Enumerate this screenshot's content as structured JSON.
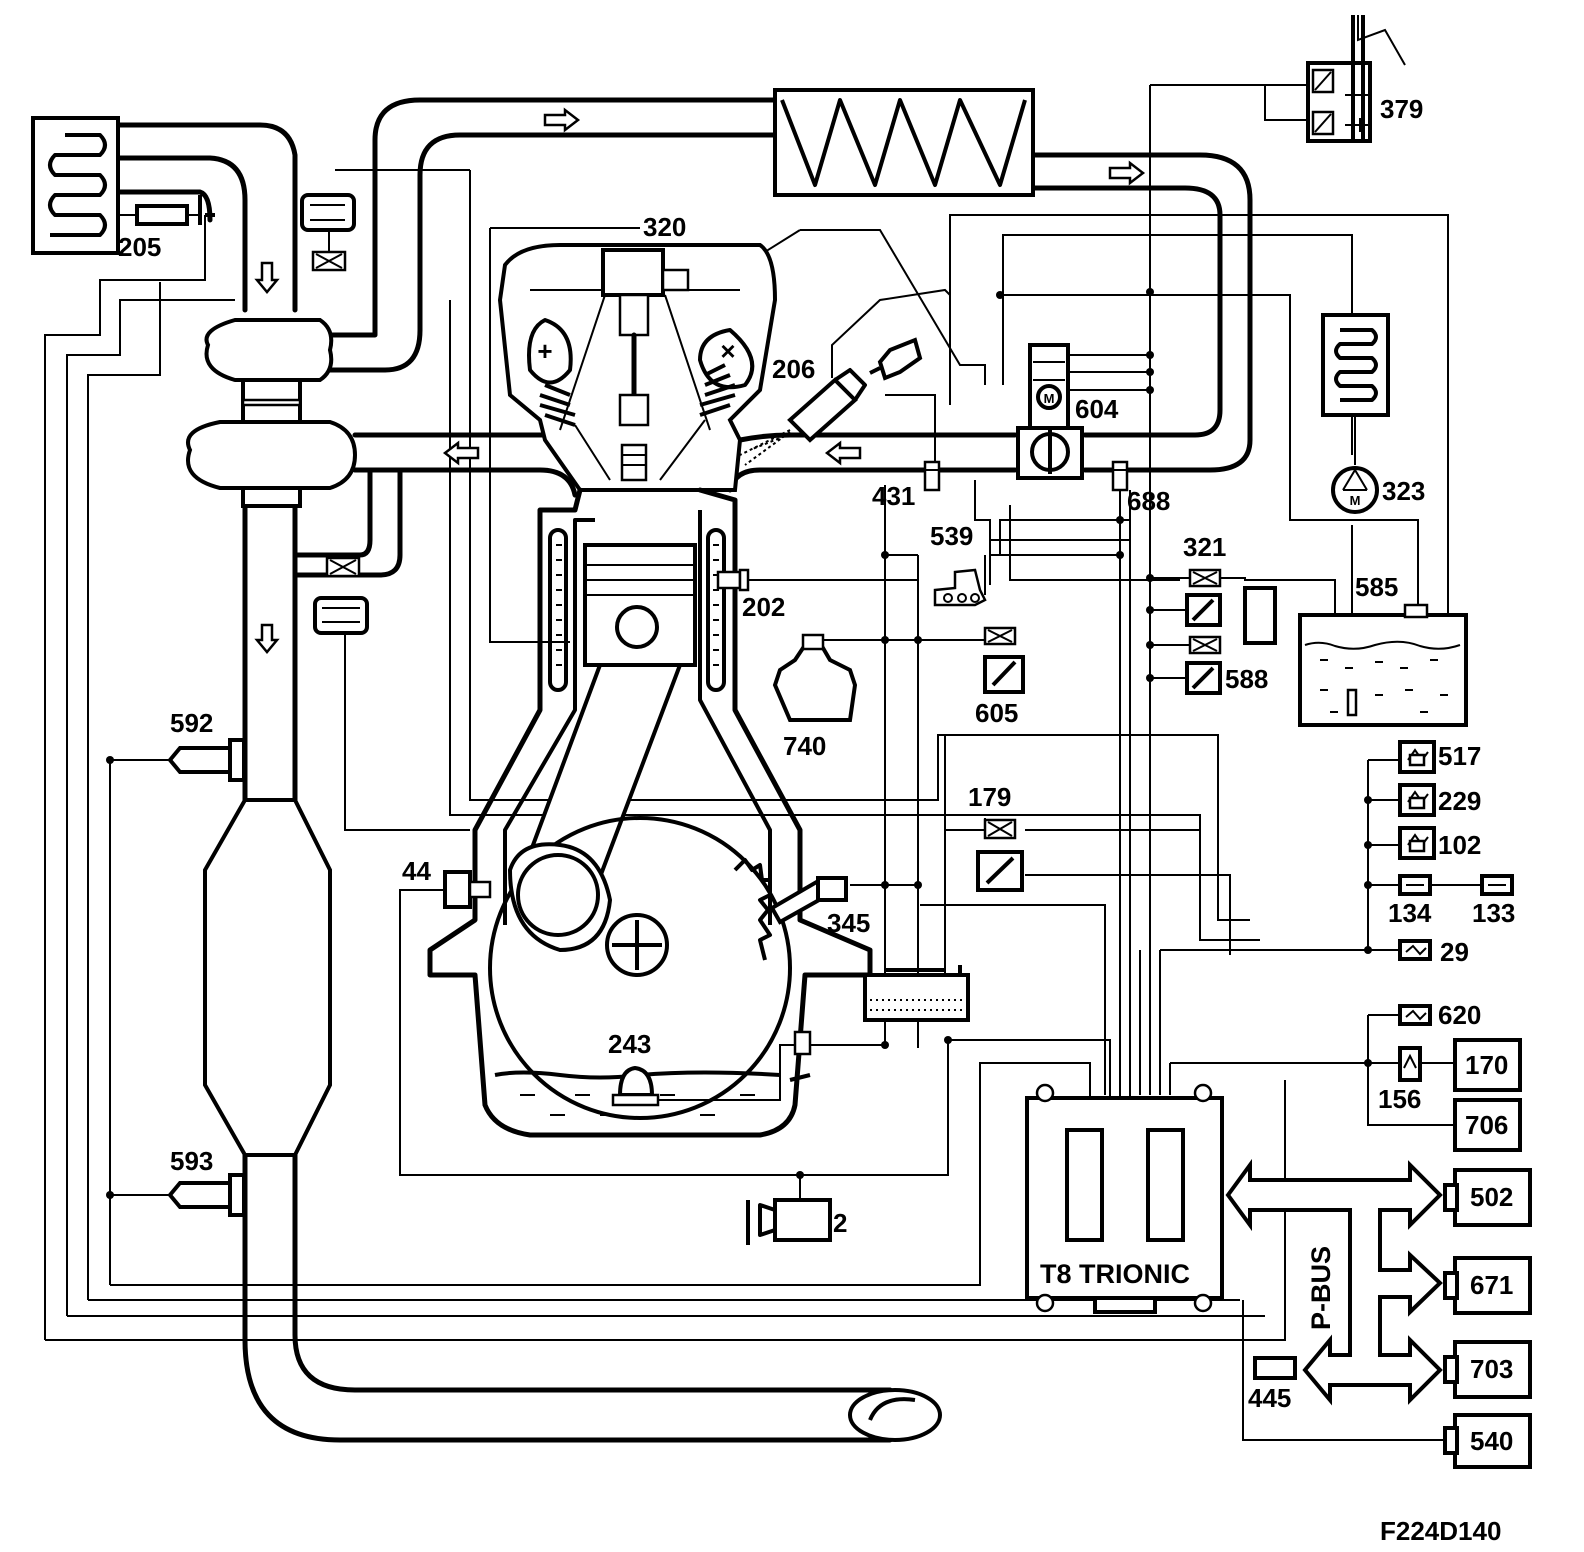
{
  "diagram": {
    "figure_id": "F224D140",
    "control_unit_label": "T8 TRIONIC",
    "bus_label": "P-BUS",
    "components": {
      "c205": "205",
      "c320": "320",
      "c379": "379",
      "c206": "206",
      "c604": "604",
      "c323": "323",
      "c431": "431",
      "c688": "688",
      "c539": "539",
      "c321": "321",
      "c585": "585",
      "c202": "202",
      "c605": "605",
      "c588": "588",
      "c740": "740",
      "c592": "592",
      "c517": "517",
      "c229": "229",
      "c102": "102",
      "c179": "179",
      "c44": "44",
      "c345": "345",
      "c134": "134",
      "c133": "133",
      "c29": "29",
      "c620": "620",
      "c243": "243",
      "c170": "170",
      "c156": "156",
      "c706": "706",
      "c593": "593",
      "c2": "2",
      "c502": "502",
      "c671": "671",
      "c703": "703",
      "c445": "445",
      "c540": "540"
    }
  }
}
